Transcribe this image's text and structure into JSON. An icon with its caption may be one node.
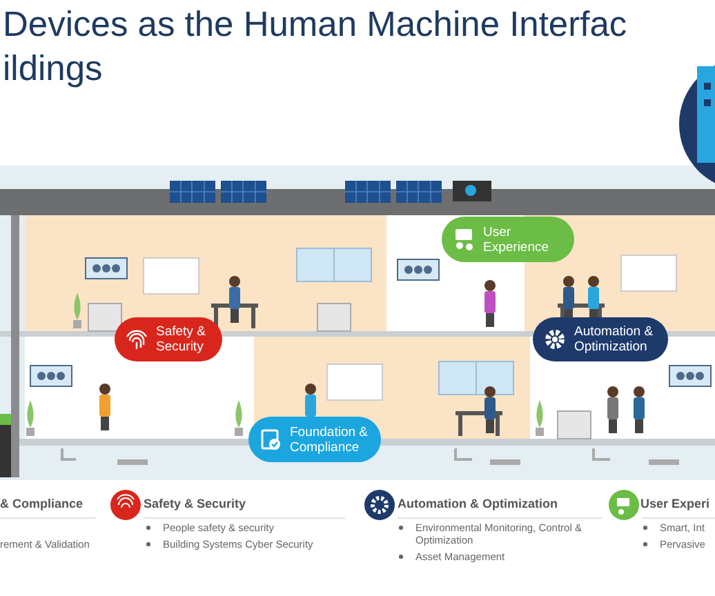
{
  "diagram": {
    "title": "Devices as the Human Machine Interfac ildings",
    "nodes": [
      {
        "text": [
          "User Experience"
        ]
      },
      {
        "text": [
          "Safety & Security"
        ]
      },
      {
        "text": [
          "Automation & Optimization"
        ]
      },
      {
        "text": [
          "Foundation & Compliance"
        ]
      }
    ],
    "labels": [
      "& Compliance",
      "rement & Validation",
      "Safety & Security",
      "People safety & security",
      "Building Systems Cyber Security",
      "Automation & Optimization",
      "Environmental Monitoring, Control & Optimization",
      "Asset Management",
      "User Experi",
      "Smart, Int",
      "Pervasive"
    ]
  }
}
